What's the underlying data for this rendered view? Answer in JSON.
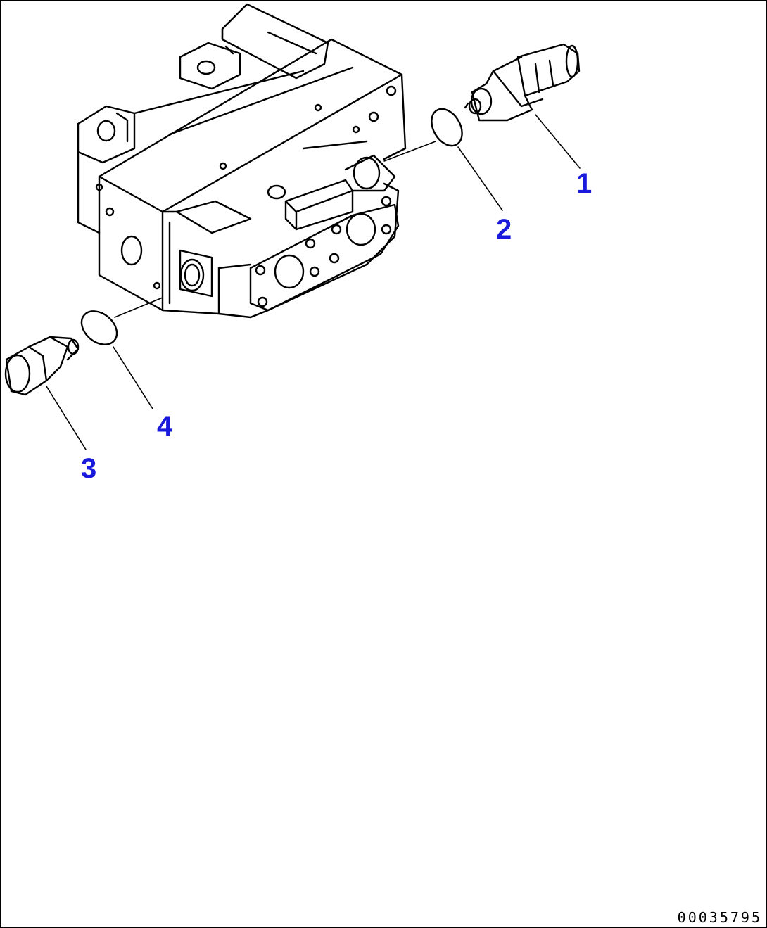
{
  "callouts": [
    {
      "id": "1",
      "label": "1"
    },
    {
      "id": "2",
      "label": "2"
    },
    {
      "id": "3",
      "label": "3"
    },
    {
      "id": "4",
      "label": "4"
    }
  ],
  "drawing_code": "00035795",
  "colors": {
    "callout": "#1a1adc",
    "line": "#000000",
    "background": "#ffffff"
  }
}
